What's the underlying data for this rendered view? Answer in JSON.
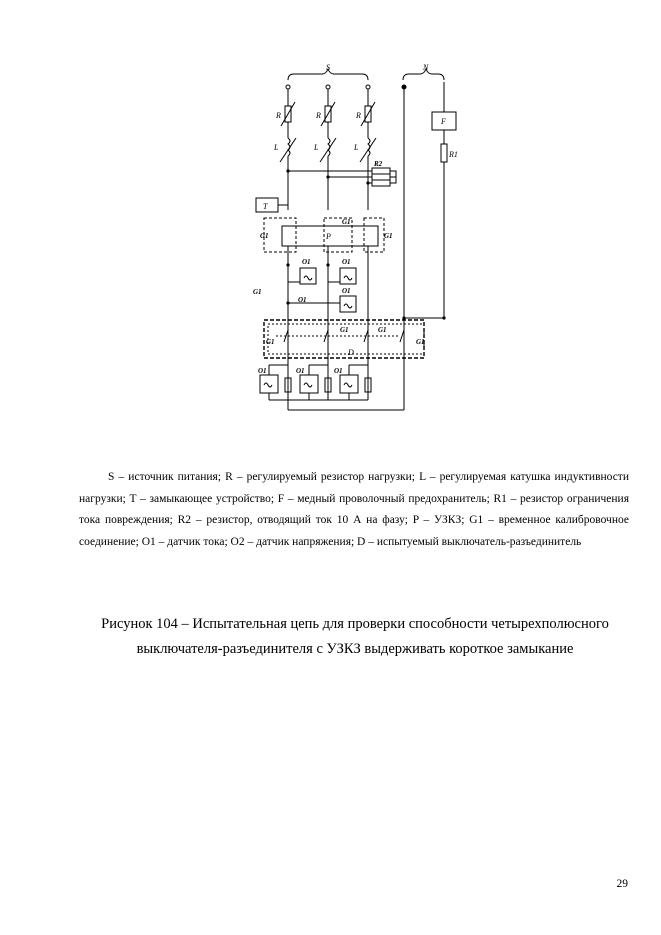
{
  "diagram": {
    "labels": {
      "S": "S",
      "N": "N",
      "R": "R",
      "L": "L",
      "R2": "R2",
      "T": "T",
      "F": "F",
      "R1": "R1",
      "G1": "G1",
      "P": "P",
      "O1": "O1",
      "D": "D"
    }
  },
  "legend": {
    "text": "S – источник питания; R – регулируемый резистор нагрузки; L – регулируемая катушка индуктивности нагрузки; T – замыкающее устройство; F – медный проволочный предохранитель; R1 – резистор ограничения тока повреждения; R2 – резистор, отводящий ток 10 А на фазу; P – УЗКЗ; G1 – временное калибровочное соединение; O1 – датчик тока; O2 – датчик напряжения; D – испытуемый выключатель-разъединитель"
  },
  "caption": {
    "line1": "Рисунок 104 – Испытательная цепь для проверки способности четырехполюсного",
    "line2": "выключателя-разъединителя с УЗКЗ выдерживать  короткое замыкание"
  },
  "page_number": "29"
}
